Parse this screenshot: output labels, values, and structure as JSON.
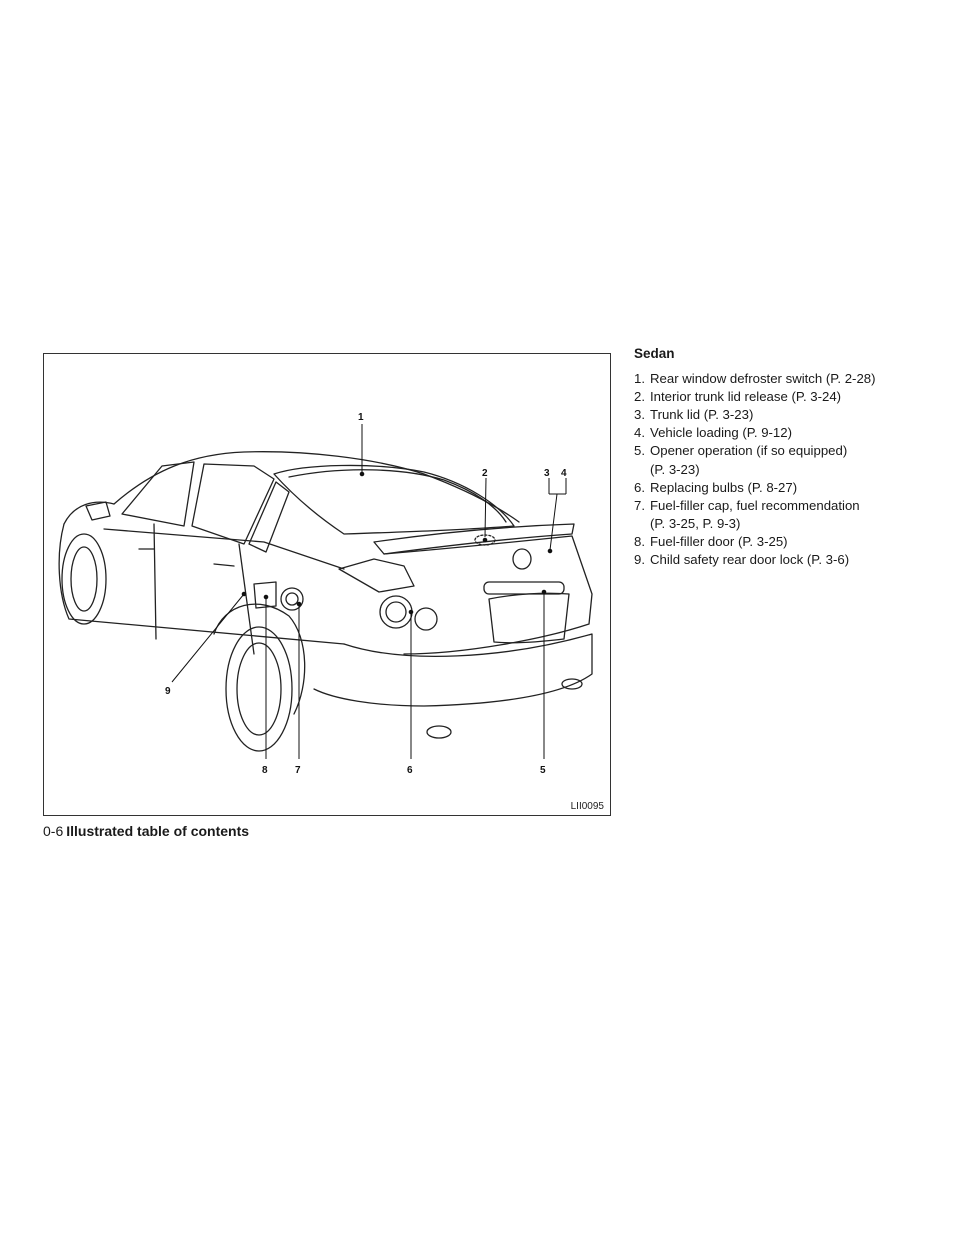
{
  "figure": {
    "code": "LII0095",
    "callout_labels": [
      "1",
      "2",
      "3",
      "4",
      "5",
      "6",
      "7",
      "8",
      "9"
    ]
  },
  "legend": {
    "heading": "Sedan",
    "items": [
      {
        "num": "1.",
        "text": "Rear window defroster switch (P. 2-28)"
      },
      {
        "num": "2.",
        "text": "Interior trunk lid release (P. 3-24)"
      },
      {
        "num": "3.",
        "text": "Trunk lid (P. 3-23)"
      },
      {
        "num": "4.",
        "text": "Vehicle loading (P. 9-12)"
      },
      {
        "num": "5.",
        "text": "Opener operation (if so equipped)",
        "cont": "(P. 3-23)"
      },
      {
        "num": "6.",
        "text": "Replacing bulbs (P. 8-27)"
      },
      {
        "num": "7.",
        "text": "Fuel-filler cap, fuel recommendation",
        "cont": "(P. 3-25, P. 9-3)"
      },
      {
        "num": "8.",
        "text": "Fuel-filler door (P. 3-25)"
      },
      {
        "num": "9.",
        "text": "Child safety rear door lock (P. 3-6)"
      }
    ]
  },
  "footer": {
    "page_number": "0-6",
    "section_title": "Illustrated table of contents"
  }
}
